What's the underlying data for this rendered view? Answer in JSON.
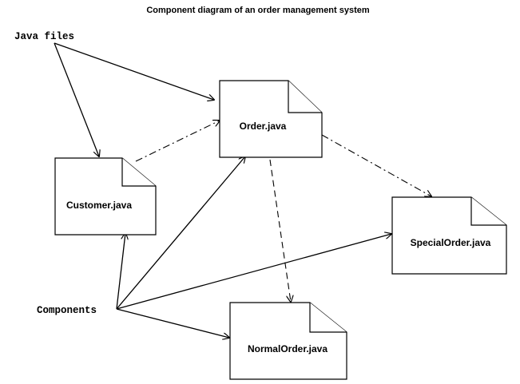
{
  "title": "Component diagram of an order management system",
  "labels": {
    "java_files": "Java files",
    "components": "Components"
  },
  "files": {
    "order": "Order.java",
    "customer": "Customer.java",
    "special_order": "SpecialOrder.java",
    "normal_order": "NormalOrder.java"
  }
}
